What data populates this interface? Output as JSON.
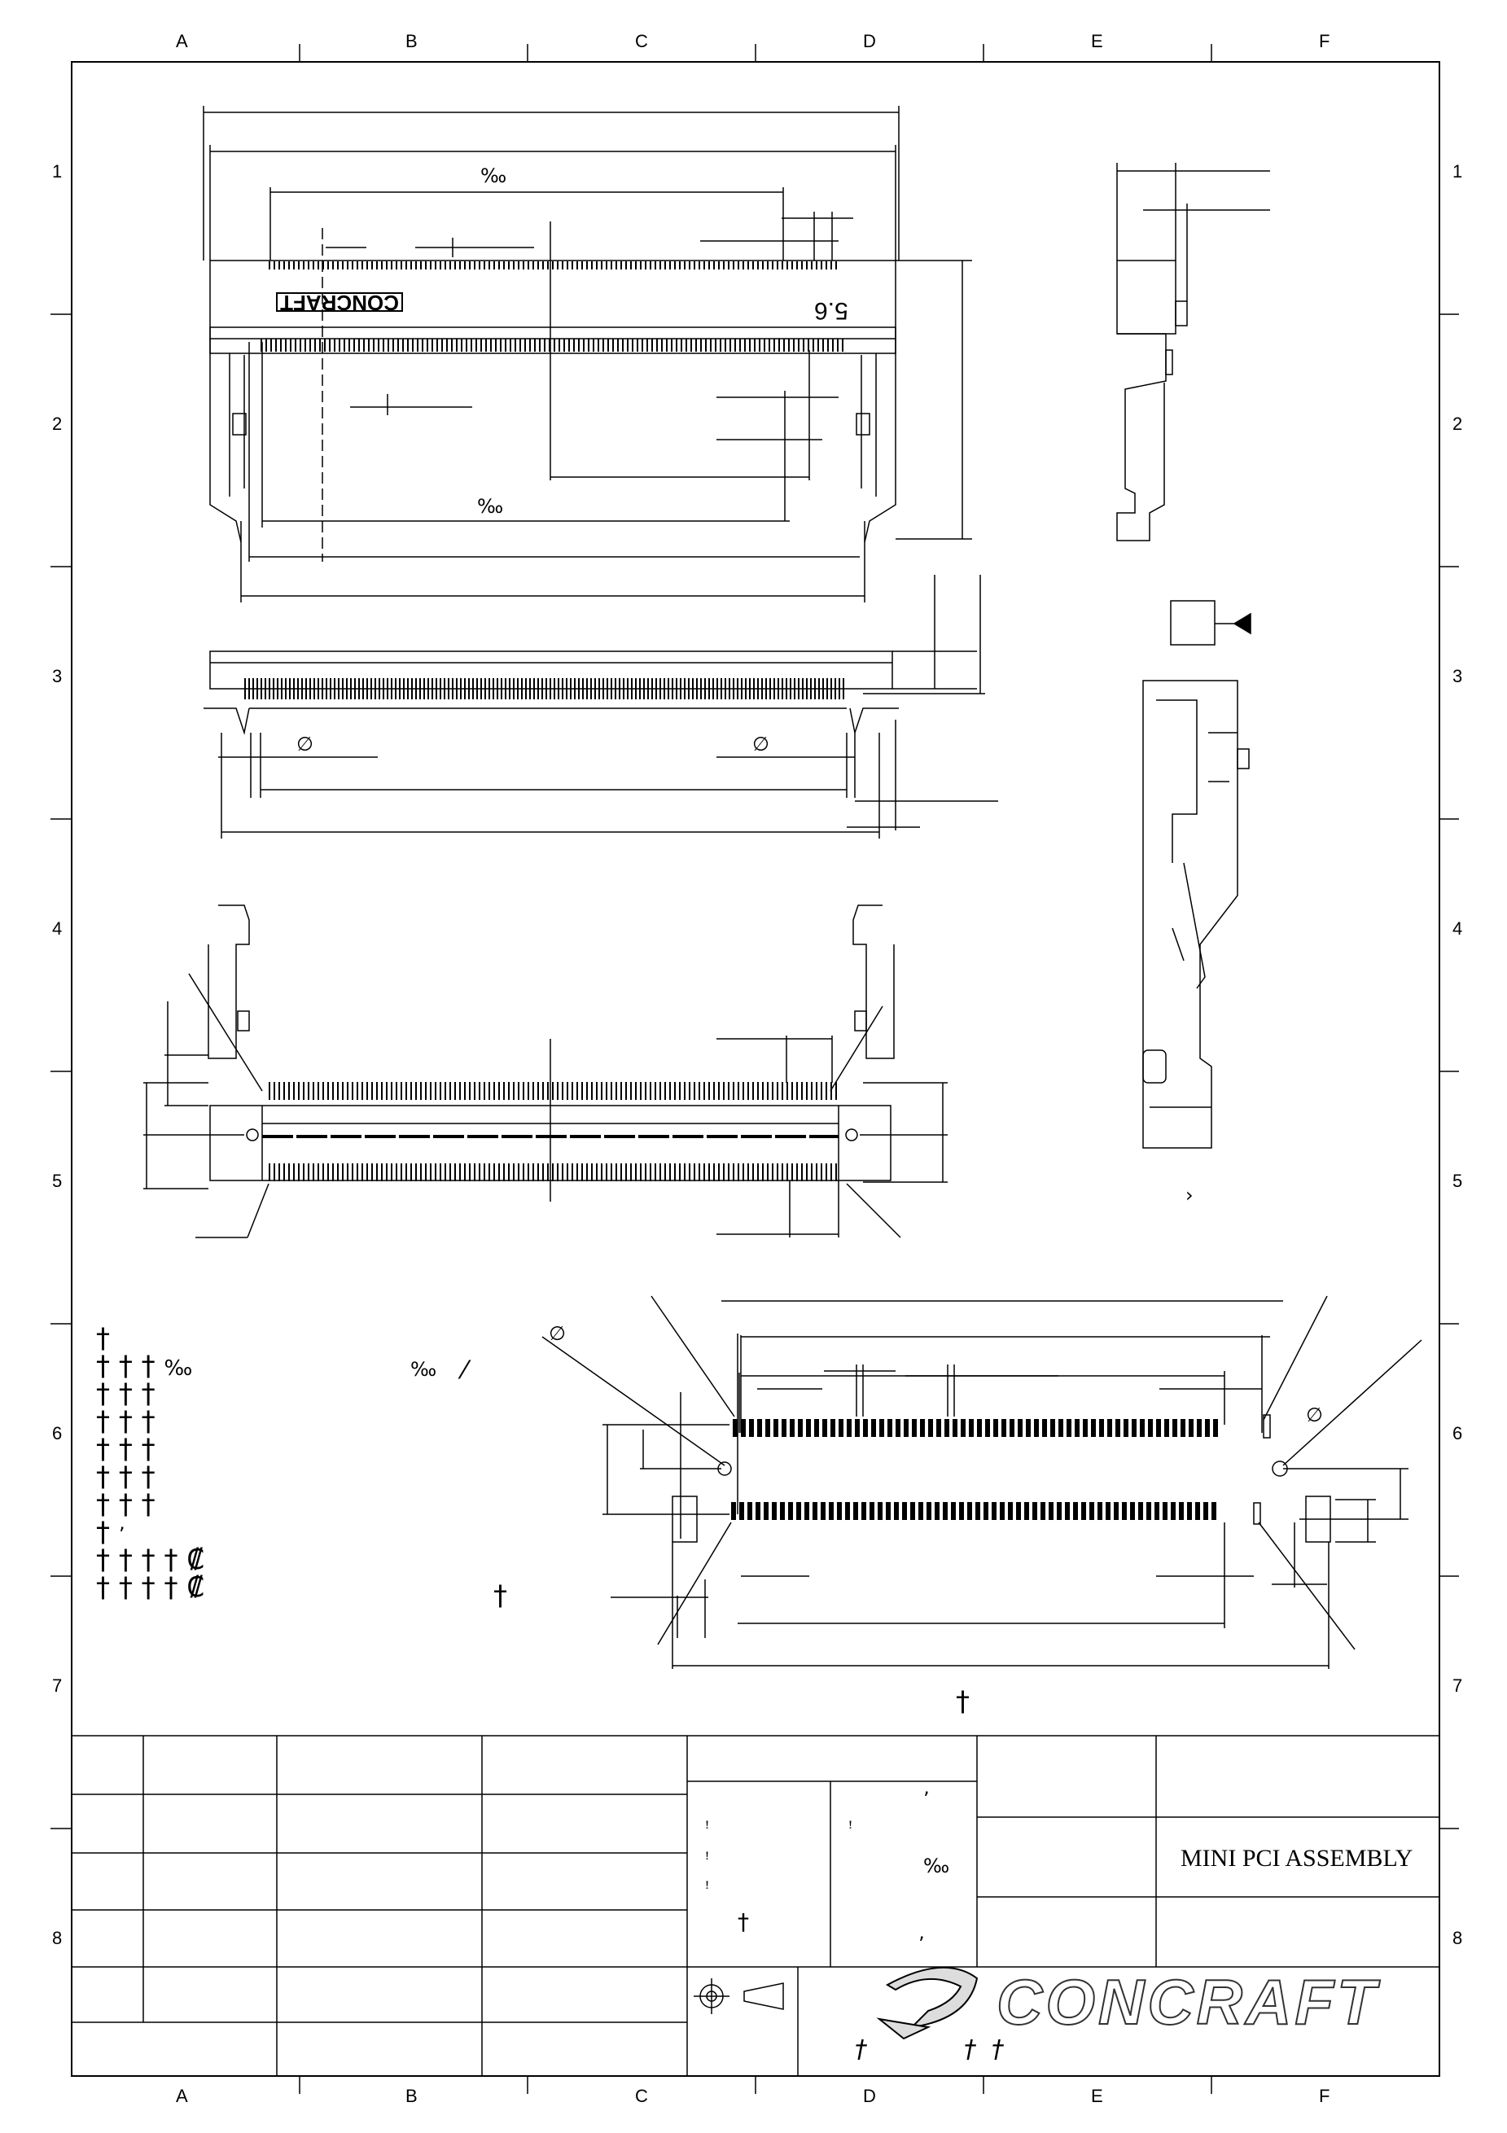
{
  "title_block": {
    "drawing_title": "MINI PCI ASSEMBLY",
    "company": "CONCRAFT"
  },
  "zones": {
    "columns": [
      "A",
      "B",
      "C",
      "D",
      "E",
      "F"
    ],
    "rows": [
      "1",
      "2",
      "3",
      "4",
      "5",
      "6",
      "7",
      "8"
    ]
  },
  "markings": {
    "part_brand": "CONCRAFT",
    "pin_number": "5.6",
    "permille": "‰",
    "dagger": "†",
    "diameter": "∅",
    "cent": "₡",
    "slash": "⁄",
    "comma": "ʼ",
    "chevron": "›",
    "tick": "ꜝ"
  }
}
